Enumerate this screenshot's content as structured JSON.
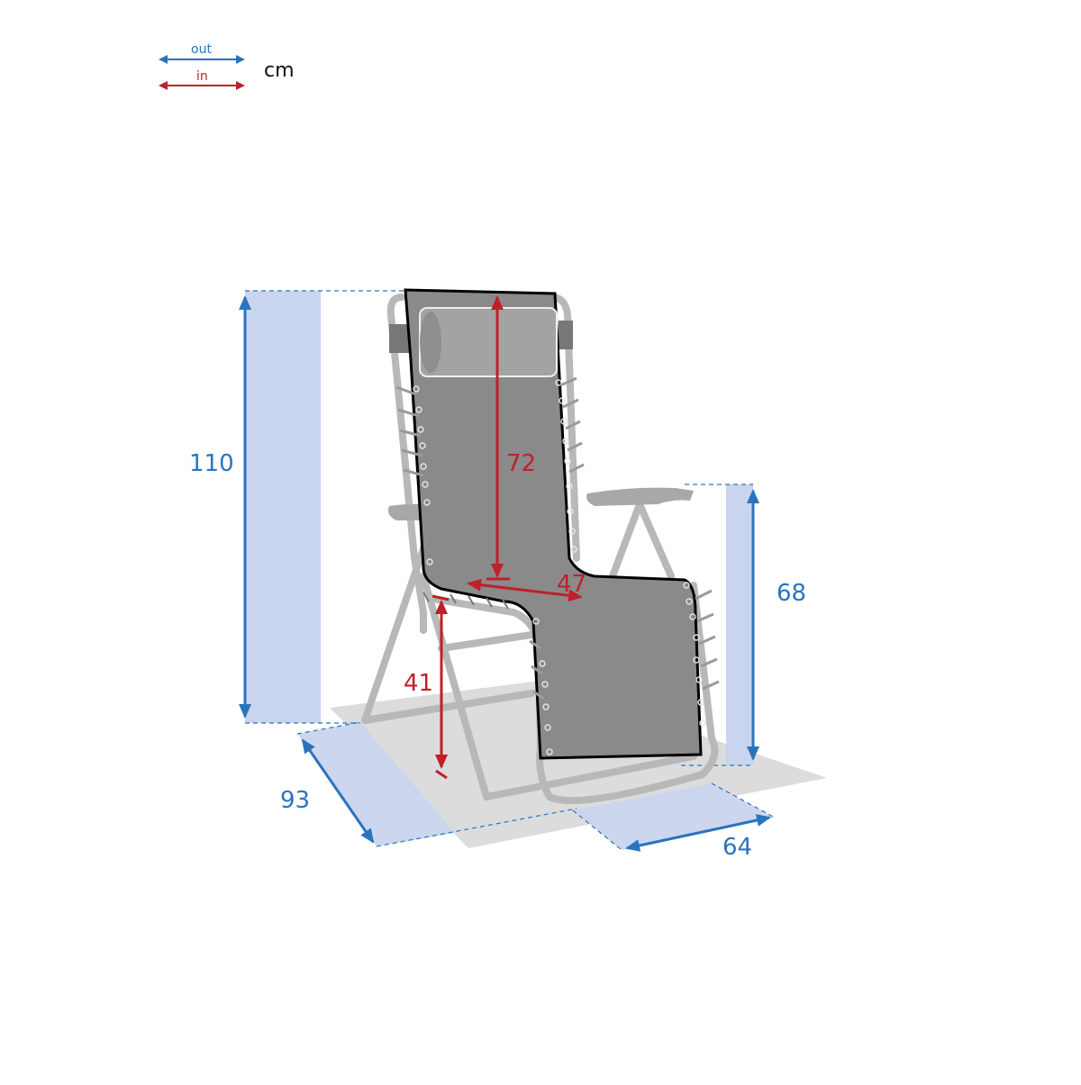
{
  "legend": {
    "out_label": "out",
    "in_label": "in",
    "unit": "cm"
  },
  "colors": {
    "out": "#2a74bd",
    "in": "#c0202a",
    "out_fill": "#c9d5ee",
    "floor": "#dcdcdc",
    "fabric": "#8a8a8a",
    "frame": "#b8b8b8"
  },
  "dimensions": {
    "overall_height": {
      "value": "110",
      "type": "out"
    },
    "armrest_height": {
      "value": "68",
      "type": "out"
    },
    "depth": {
      "value": "93",
      "type": "out"
    },
    "width": {
      "value": "64",
      "type": "out"
    },
    "backrest_height": {
      "value": "72",
      "type": "in"
    },
    "seat_width": {
      "value": "47",
      "type": "in"
    },
    "seat_height": {
      "value": "41",
      "type": "in"
    }
  }
}
